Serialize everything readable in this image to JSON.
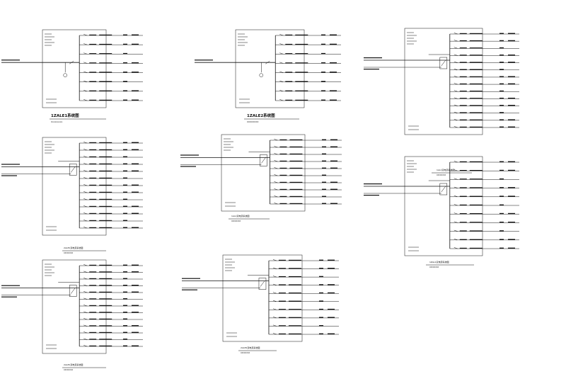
{
  "diagrams": [
    {
      "title": "1ZALE1系统图",
      "subtitle": "Xxxxxxxxx",
      "title_style": "large",
      "rows": 8,
      "variant": "single"
    },
    {
      "title": "1ZALE2系统图",
      "subtitle": "XXXXXXXX",
      "title_style": "large",
      "rows": 8,
      "variant": "single"
    },
    {
      "title": "1AL1双电源系统图",
      "subtitle": "XXXXXXXX",
      "title_style": "small",
      "rows": 14,
      "variant": "dual"
    },
    {
      "title": "2ALE1双电源系统图",
      "subtitle": "XXXXXXXX",
      "title_style": "small",
      "rows": 13,
      "variant": "dual"
    },
    {
      "title": "1AL1双电源系统图",
      "subtitle": "XXXXXXXX",
      "title_style": "small",
      "rows": 10,
      "variant": "dual"
    },
    {
      "title": "1ZAL1双电源系统图",
      "subtitle": "XXXXXXXX",
      "title_style": "small",
      "rows": 11,
      "variant": "dual"
    },
    {
      "title": "2ALE1双电源系统图",
      "subtitle": "XXXXXXXX",
      "title_style": "small",
      "rows": 13,
      "variant": "dual"
    },
    {
      "title": "2ALE2双电源系统图",
      "subtitle": "XXXXXXXX",
      "title_style": "small",
      "rows": 10,
      "variant": "dual"
    }
  ]
}
